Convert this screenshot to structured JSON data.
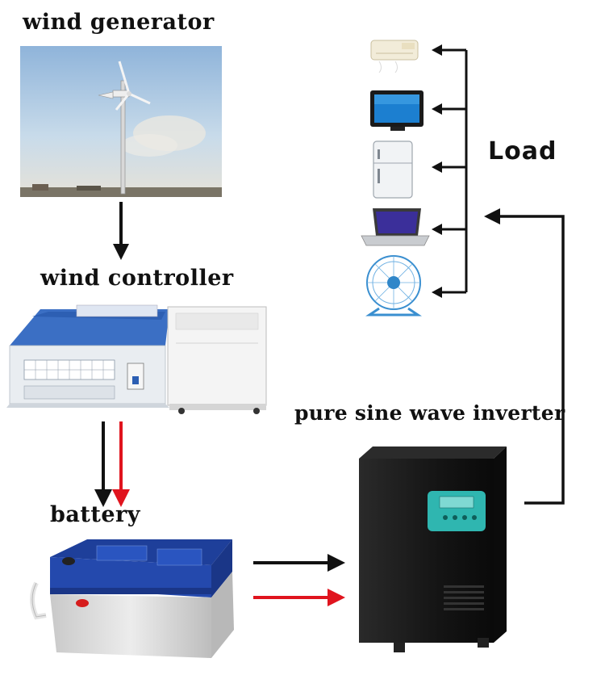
{
  "labels": {
    "wind_generator": "wind generator",
    "wind_controller": "wind controller",
    "battery": "battery",
    "inverter": "pure sine wave inverter",
    "load": "Load"
  },
  "colors": {
    "wire_black": "#111111",
    "wire_red": "#e0141e",
    "controller_blue": "#2d5fb3",
    "battery_blue": "#1e3f9a",
    "inverter_body": "#1a1a1a",
    "inverter_panel": "#2fb6b0"
  },
  "icons": [
    "wind-turbine-photo",
    "controller-photo",
    "battery-photo",
    "inverter-photo",
    "air-conditioner-icon",
    "television-icon",
    "refrigerator-icon",
    "laptop-icon",
    "fan-icon"
  ]
}
